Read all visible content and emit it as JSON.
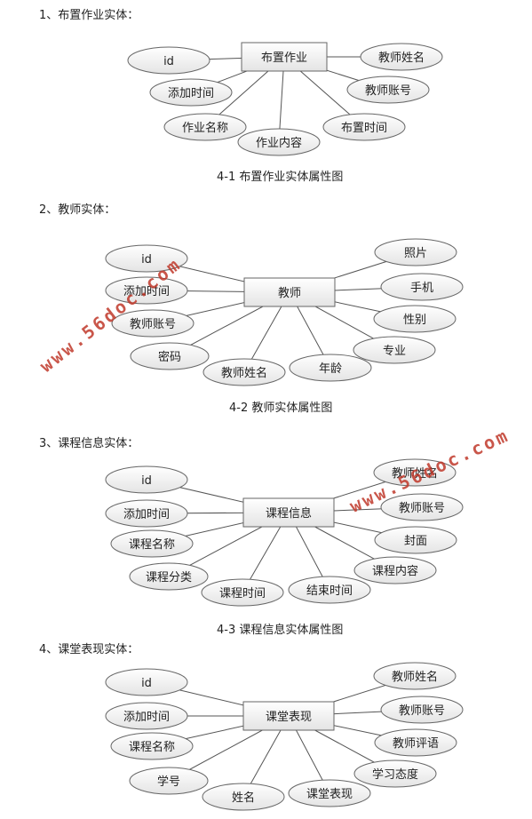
{
  "sections": [
    {
      "heading": "1、布置作业实体：",
      "caption": "4-1 布置作业实体属性图",
      "entity": "布置作业",
      "attributes": [
        "id",
        "添加时间",
        "作业名称",
        "作业内容",
        "布置时间",
        "教师账号",
        "教师姓名"
      ]
    },
    {
      "heading": "2、教师实体：",
      "caption": "4-2 教师实体属性图",
      "entity": "教师",
      "attributes": [
        "id",
        "添加时间",
        "教师账号",
        "密码",
        "教师姓名",
        "年龄",
        "专业",
        "性别",
        "手机",
        "照片"
      ]
    },
    {
      "heading": "3、课程信息实体：",
      "caption": "4-3 课程信息实体属性图",
      "entity": "课程信息",
      "attributes": [
        "id",
        "添加时间",
        "课程名称",
        "课程分类",
        "课程时间",
        "结束时间",
        "课程内容",
        "封面",
        "教师账号",
        "教师姓名"
      ]
    },
    {
      "heading": "4、课堂表现实体：",
      "caption": "",
      "entity": "课堂表现",
      "attributes": [
        "id",
        "添加时间",
        "课程名称",
        "学号",
        "姓名",
        "课堂表现",
        "学习态度",
        "教师评语",
        "教师账号",
        "教师姓名"
      ]
    }
  ],
  "watermark": {
    "text": "www.56doc.com",
    "color": "#c0392b"
  }
}
